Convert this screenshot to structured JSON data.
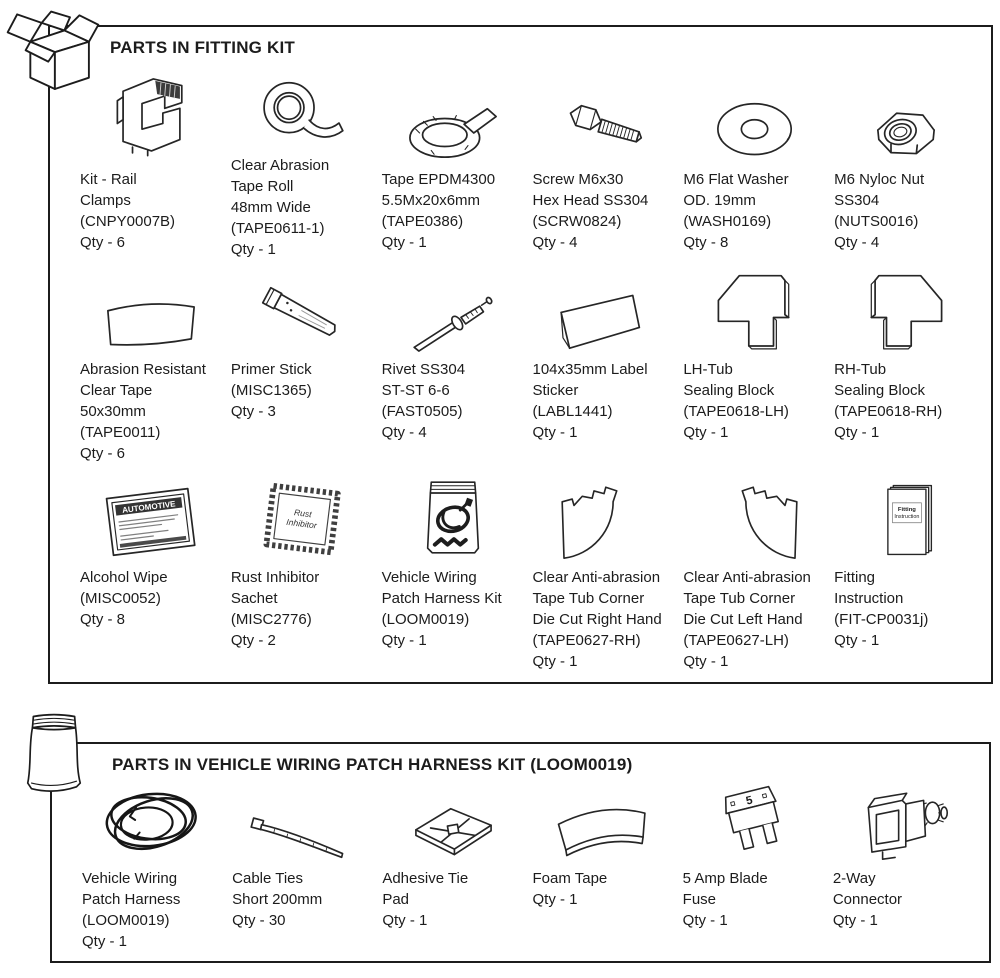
{
  "colors": {
    "ink": "#1c1c1c",
    "paper": "#ffffff"
  },
  "kits": [
    {
      "title": "PARTS IN FITTING KIT",
      "corner_icon": "open-cardboard-box",
      "items": [
        {
          "name": "Kit - Rail\nClamps",
          "code": "(CNPY0007B)",
          "qty": "Qty - 6"
        },
        {
          "name": "Clear Abrasion\nTape Roll\n48mm Wide",
          "code": "(TAPE0611-1)",
          "qty": "Qty - 1"
        },
        {
          "name": "Tape EPDM4300\n5.5Mx20x6mm",
          "code": "(TAPE0386)",
          "qty": "Qty - 1"
        },
        {
          "name": "Screw M6x30\nHex Head SS304",
          "code": "(SCRW0824)",
          "qty": "Qty - 4"
        },
        {
          "name": "M6 Flat Washer\nOD. 19mm",
          "code": "(WASH0169)",
          "qty": "Qty - 8"
        },
        {
          "name": "M6 Nyloc Nut\nSS304",
          "code": "(NUTS0016)",
          "qty": "Qty - 4"
        },
        {
          "name": "Abrasion Resistant\nClear Tape\n50x30mm",
          "code": "(TAPE0011)",
          "qty": "Qty - 6"
        },
        {
          "name": "Primer Stick",
          "code": "(MISC1365)",
          "qty": "Qty - 3"
        },
        {
          "name": "Rivet SS304\nST-ST 6-6",
          "code": "(FAST0505)",
          "qty": "Qty - 4"
        },
        {
          "name": "104x35mm Label\nSticker",
          "code": "(LABL1441)",
          "qty": "Qty - 1"
        },
        {
          "name": "LH-Tub\nSealing Block",
          "code": "(TAPE0618-LH)",
          "qty": "Qty - 1"
        },
        {
          "name": "RH-Tub\nSealing Block",
          "code": "(TAPE0618-RH)",
          "qty": "Qty - 1"
        },
        {
          "name": "Alcohol Wipe",
          "code": "(MISC0052)",
          "qty": "Qty - 8"
        },
        {
          "name": "Rust Inhibitor\nSachet",
          "code": "(MISC2776)",
          "qty": "Qty - 2"
        },
        {
          "name": "Vehicle Wiring\nPatch Harness Kit",
          "code": "(LOOM0019)",
          "qty": "Qty - 1"
        },
        {
          "name": "Clear Anti-abrasion\nTape Tub Corner\nDie Cut Right Hand",
          "code": "(TAPE0627-RH)",
          "qty": "Qty - 1"
        },
        {
          "name": "Clear Anti-abrasion\nTape Tub Corner\nDie Cut Left Hand",
          "code": "(TAPE0627-LH)",
          "qty": "Qty - 1"
        },
        {
          "name": "Fitting\nInstruction",
          "code": "(FIT-CP0031j)",
          "qty": "Qty - 1"
        }
      ]
    },
    {
      "title": "PARTS IN VEHICLE WIRING PATCH HARNESS KIT (LOOM0019)",
      "corner_icon": "plastic-bag",
      "items": [
        {
          "name": "Vehicle Wiring\nPatch Harness",
          "code": "(LOOM0019)",
          "qty": "Qty - 1"
        },
        {
          "name": "Cable Ties\nShort 200mm",
          "code": "",
          "qty": "Qty - 30"
        },
        {
          "name": "Adhesive Tie\nPad",
          "code": "",
          "qty": "Qty - 1"
        },
        {
          "name": "Foam Tape",
          "code": "",
          "qty": "Qty - 1"
        },
        {
          "name": "5 Amp Blade\nFuse",
          "code": "",
          "qty": "Qty - 1"
        },
        {
          "name": "2-Way\nConnector",
          "code": "",
          "qty": "Qty - 1"
        }
      ]
    }
  ],
  "icon_labels": {
    "wipe_header": "AUTOMOTIVE",
    "sachet_line1": "Rust",
    "sachet_line2": "Inhibitor",
    "booklet_line1": "Fitting",
    "booklet_line2": "Instruction",
    "fuse_amp": "5"
  }
}
